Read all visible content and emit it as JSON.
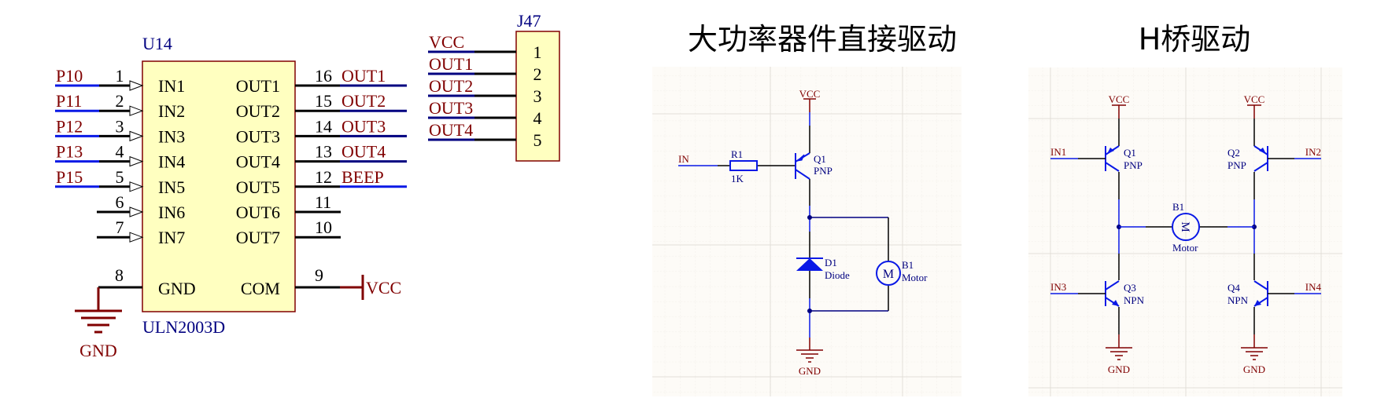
{
  "colors": {
    "net_label": "#800000",
    "designator": "#000080",
    "wire_blue": "#0a19e6",
    "wire_navy": "#000080",
    "pin_black": "#000000",
    "ic_fill": "#ffffc0",
    "ic_border": "#800000",
    "power": "#800000",
    "panel_bg": "#fdfbf7",
    "grid": "#e6e3dd"
  },
  "uln2003": {
    "designator": "U14",
    "part": "ULN2003D",
    "left_pins": [
      {
        "num": "1",
        "name": "IN1",
        "net": "P10"
      },
      {
        "num": "2",
        "name": "IN2",
        "net": "P11"
      },
      {
        "num": "3",
        "name": "IN3",
        "net": "P12"
      },
      {
        "num": "4",
        "name": "IN4",
        "net": "P13"
      },
      {
        "num": "5",
        "name": "IN5",
        "net": "P15"
      },
      {
        "num": "6",
        "name": "IN6",
        "net": ""
      },
      {
        "num": "7",
        "name": "IN7",
        "net": ""
      }
    ],
    "right_pins": [
      {
        "num": "16",
        "name": "OUT1",
        "net": "OUT1"
      },
      {
        "num": "15",
        "name": "OUT2",
        "net": "OUT2"
      },
      {
        "num": "14",
        "name": "OUT3",
        "net": "OUT3"
      },
      {
        "num": "13",
        "name": "OUT4",
        "net": "OUT4"
      },
      {
        "num": "12",
        "name": "OUT5",
        "net": "BEEP"
      },
      {
        "num": "11",
        "name": "OUT6",
        "net": ""
      },
      {
        "num": "10",
        "name": "OUT7",
        "net": ""
      }
    ],
    "gnd_pin": {
      "num": "8",
      "name": "GND",
      "net": "GND"
    },
    "com_pin": {
      "num": "9",
      "name": "COM",
      "net": "VCC"
    }
  },
  "connector": {
    "designator": "J47",
    "pins": [
      {
        "num": "1",
        "net": "VCC"
      },
      {
        "num": "2",
        "net": "OUT1"
      },
      {
        "num": "3",
        "net": "OUT2"
      },
      {
        "num": "4",
        "net": "OUT3"
      },
      {
        "num": "5",
        "net": "OUT4"
      }
    ]
  },
  "direct_drive": {
    "title": "大功率器件直接驱动",
    "vcc": "VCC",
    "gnd": "GND",
    "input": "IN",
    "resistor": {
      "designator": "R1",
      "value": "1K"
    },
    "transistor": {
      "designator": "Q1",
      "type": "PNP"
    },
    "diode": {
      "designator": "D1",
      "type": "Diode"
    },
    "motor": {
      "designator": "B1",
      "type": "Motor",
      "symbol": "M"
    }
  },
  "h_bridge": {
    "title": "H桥驱动",
    "vcc": "VCC",
    "gnd": "GND",
    "inputs": [
      "IN1",
      "IN2",
      "IN3",
      "IN4"
    ],
    "transistors": [
      {
        "designator": "Q1",
        "type": "PNP"
      },
      {
        "designator": "Q2",
        "type": "PNP"
      },
      {
        "designator": "Q3",
        "type": "NPN"
      },
      {
        "designator": "Q4",
        "type": "NPN"
      }
    ],
    "motor": {
      "designator": "B1",
      "type": "Motor",
      "symbol": "M"
    }
  }
}
